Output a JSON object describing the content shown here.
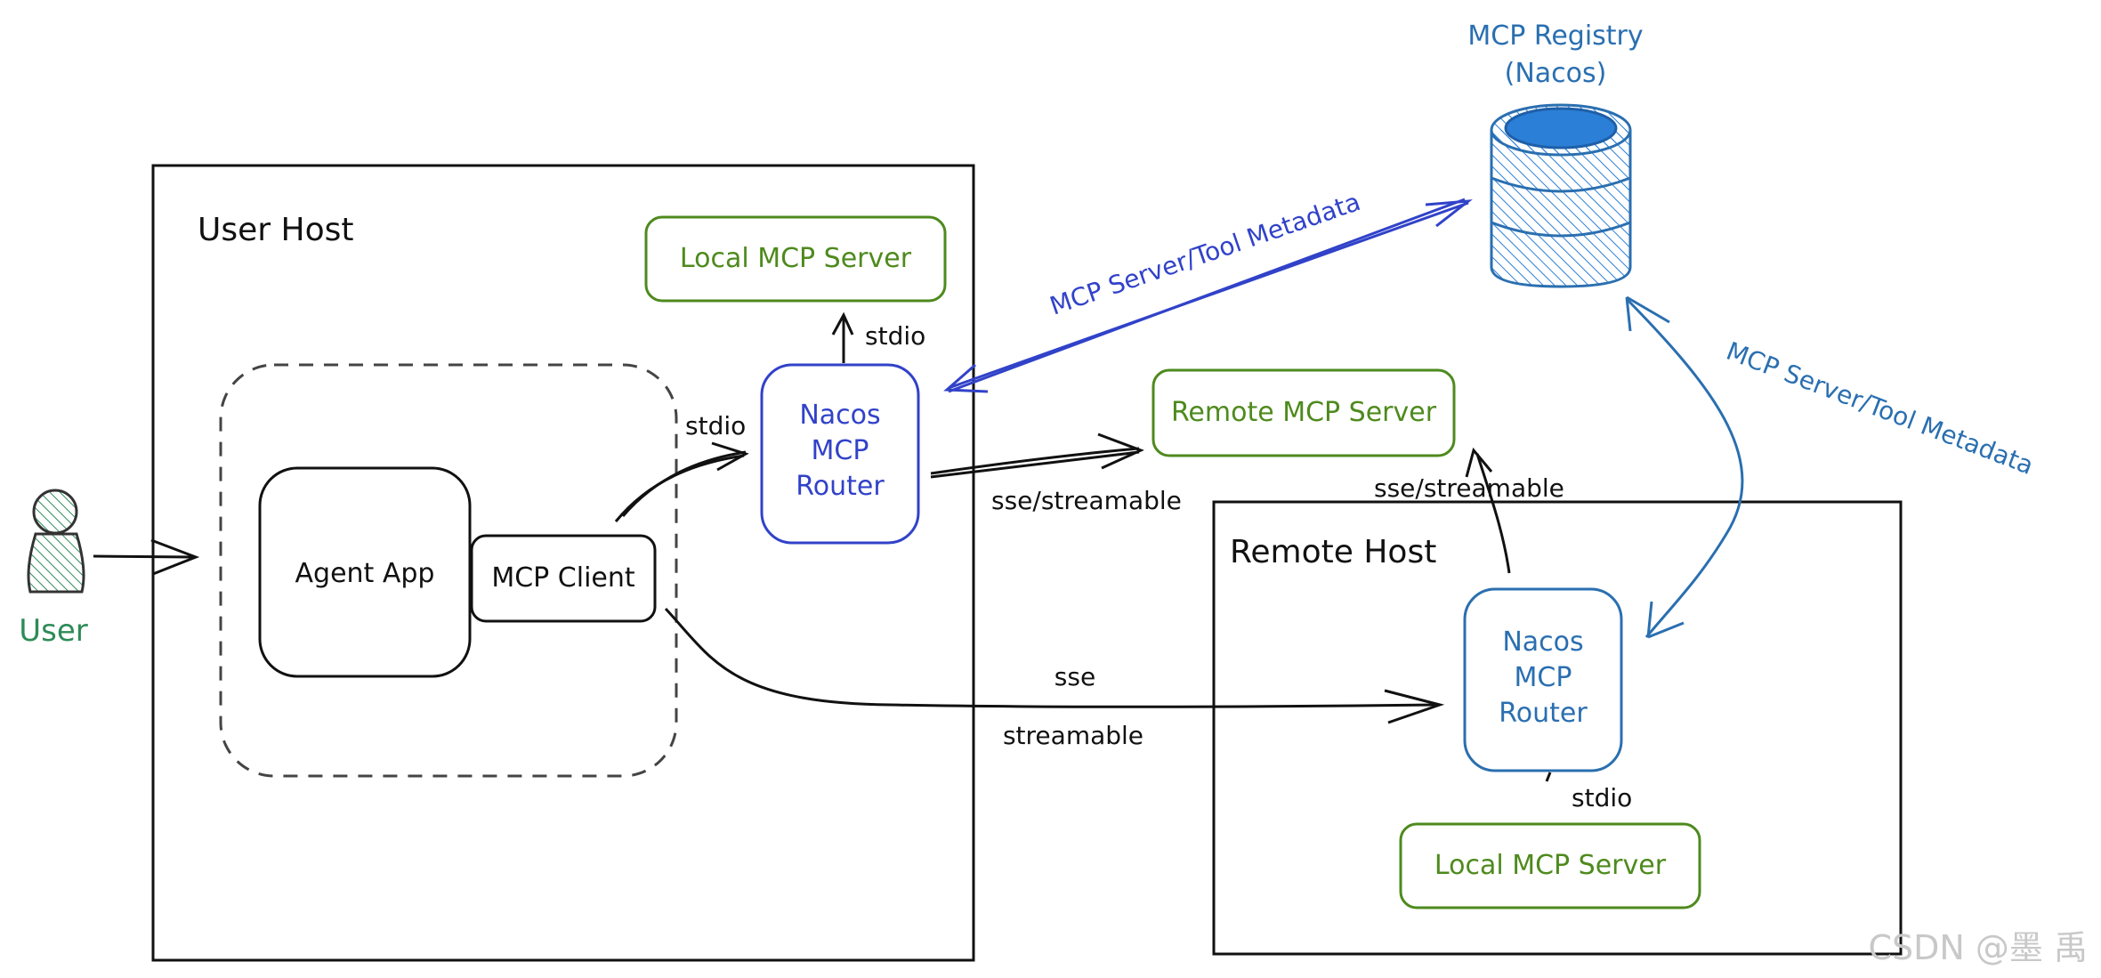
{
  "colors": {
    "black": "#111111",
    "green": "#4e8a1d",
    "blue": "#3142c9",
    "steel_blue": "#2a6fb0",
    "user_green": "#2e8b57",
    "db_fill": "#2b7fd6",
    "watermark": "#c8c8c8"
  },
  "user": {
    "label": "User",
    "icon": "person-icon"
  },
  "user_host": {
    "title": "User Host",
    "agent_app": "Agent App",
    "mcp_client": "MCP Client",
    "local_server": "Local MCP Server",
    "router": [
      "Nacos",
      "MCP",
      "Router"
    ]
  },
  "remote_server": "Remote MCP Server",
  "remote_host": {
    "title": "Remote Host",
    "router": [
      "Nacos",
      "MCP",
      "Router"
    ],
    "local_server": "Local MCP Server"
  },
  "registry": {
    "title_line1": "MCP Registry",
    "title_line2": "(Nacos)",
    "icon": "database-icon"
  },
  "edge_labels": {
    "stdio_client_router": "stdio",
    "stdio_router_local": "stdio",
    "sse_streamable_router_remote": "sse/streamable",
    "sse": "sse",
    "streamable": "streamable",
    "sse_streamable_remote_router": "sse/streamable",
    "stdio_remote": "stdio",
    "metadata_left": "MCP Server/Tool Metadata",
    "metadata_right": "MCP Server/Tool Metadata"
  },
  "watermark": "CSDN @墨 禹"
}
